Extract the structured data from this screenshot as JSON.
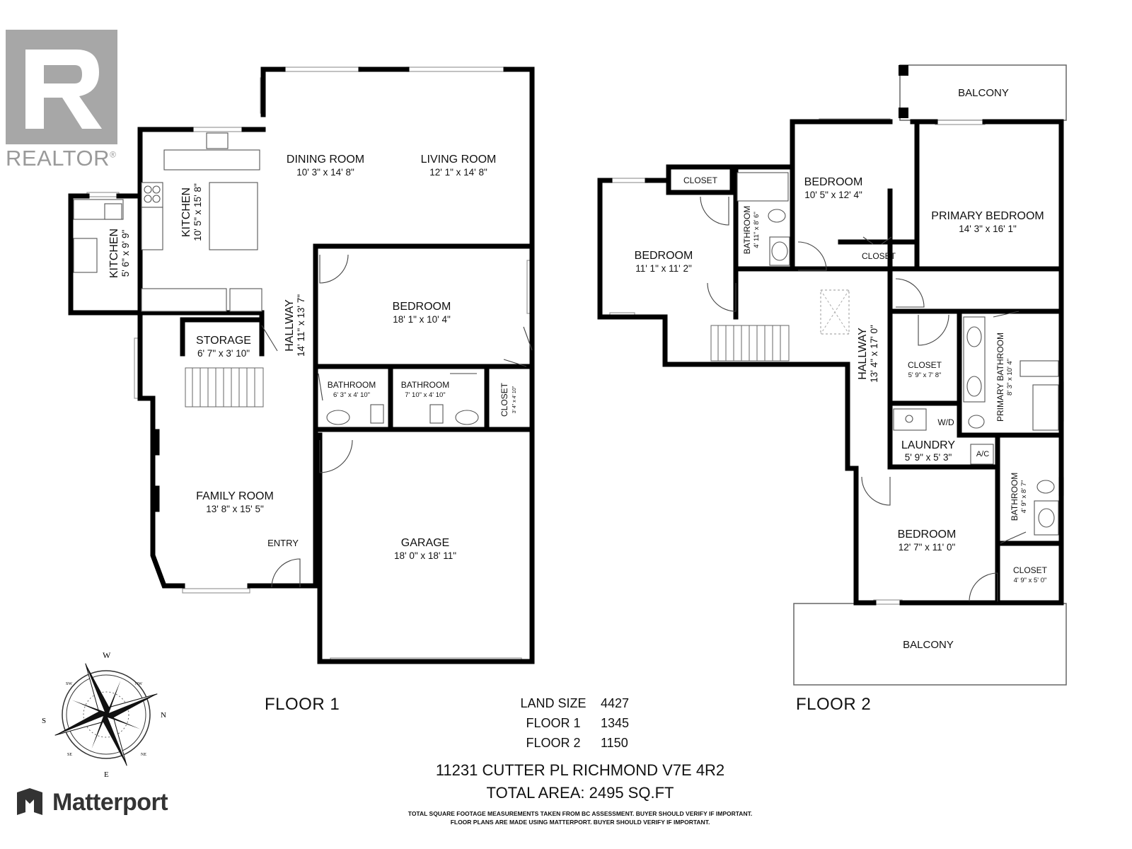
{
  "branding": {
    "realtor_logo_text": "REALTOR",
    "realtor_mark": "®",
    "matterport_text": "Matterport"
  },
  "floors": [
    {
      "title": "FLOOR 1",
      "rooms": [
        {
          "name": "DINING ROOM",
          "dims": "10' 3\" x 14' 8\""
        },
        {
          "name": "LIVING ROOM",
          "dims": "12' 1\" x 14' 8\""
        },
        {
          "name": "KITCHEN",
          "dims": "10' 5\" x 15' 8\""
        },
        {
          "name": "KITCHEN",
          "dims": "5' 6\" x 9' 9\""
        },
        {
          "name": "BEDROOM",
          "dims": "18' 1\" x 10' 4\""
        },
        {
          "name": "HALLWAY",
          "dims": "14' 11\" x 13' 7\""
        },
        {
          "name": "STORAGE",
          "dims": "6' 7\" x 3' 10\""
        },
        {
          "name": "BATHROOM",
          "dims": "6' 3\" x 4' 10\""
        },
        {
          "name": "BATHROOM",
          "dims": "7' 10\" x 4' 10\""
        },
        {
          "name": "CLOSET",
          "dims": "3' 4\" x 4' 10\""
        },
        {
          "name": "FAMILY ROOM",
          "dims": "13' 8\" x 15' 5\""
        },
        {
          "name": "GARAGE",
          "dims": "18' 0\" x 18' 11\""
        }
      ],
      "labels": {
        "entry": "ENTRY"
      }
    },
    {
      "title": "FLOOR 2",
      "rooms": [
        {
          "name": "BEDROOM",
          "dims": "11' 1\" x 11' 2\""
        },
        {
          "name": "BEDROOM",
          "dims": "10' 5\" x 12' 4\""
        },
        {
          "name": "PRIMARY BEDROOM",
          "dims": "14' 3\" x 16' 1\""
        },
        {
          "name": "BATHROOM",
          "dims": "4' 11\" x 8' 6\""
        },
        {
          "name": "HALLWAY",
          "dims": "13' 4\" x 17' 0\""
        },
        {
          "name": "CLOSET",
          "dims": "5' 9\" x 7' 8\""
        },
        {
          "name": "PRIMARY BATHROOM",
          "dims": "8' 3\" x 10' 4\""
        },
        {
          "name": "LAUNDRY",
          "dims": "5' 9\" x 5' 3\""
        },
        {
          "name": "BATHROOM",
          "dims": "4' 9\" x 8' 7\""
        },
        {
          "name": "BEDROOM",
          "dims": "12' 7\" x 11' 0\""
        },
        {
          "name": "CLOSET",
          "dims": "4' 9\" x 5' 0\""
        }
      ],
      "labels": {
        "closet_a": "CLOSET",
        "closet_b": "CLOSET",
        "balcony_top": "BALCONY",
        "balcony_bottom": "BALCONY",
        "wd": "W/D",
        "ac": "A/C"
      }
    }
  ],
  "area_table": [
    {
      "label": "LAND SIZE",
      "value": "4427"
    },
    {
      "label": "FLOOR 1",
      "value": "1345"
    },
    {
      "label": "FLOOR 2",
      "value": "1150"
    }
  ],
  "address": "11231 CUTTER PL RICHMOND V7E 4R2",
  "total_area": "TOTAL AREA: 2495 SQ.FT",
  "disclaimer": [
    "TOTAL SQUARE FOOTAGE MEASUREMENTS TAKEN FROM BC ASSESSMENT. BUYER SHOULD VERIFY IF IMPORTANT.",
    "FLOOR PLANS ARE MADE USING MATTERPORT. BUYER SHOULD VERIFY IF IMPORTANT."
  ],
  "compass": {
    "labels": {
      "w": "W",
      "e": "E",
      "n": "N",
      "s": "S",
      "nw": "NW",
      "sw": "SW",
      "ne": "NE",
      "se": "SE"
    }
  }
}
